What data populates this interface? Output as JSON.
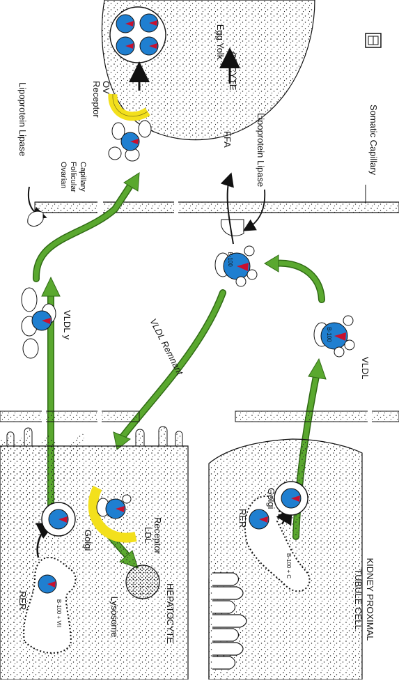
{
  "labels": {
    "rer_top": "RER",
    "golgi_top": "Golgi",
    "lysosome": "Lysosome",
    "hepatocyte": "HEPATOCYTE",
    "ldl_receptor_1": "LDL",
    "ldl_receptor_2": "Receptor",
    "vldl_y": "VLDL y",
    "vldl_remnant": "VLDL Remnant",
    "vldl": "VLDL",
    "lipoprotein_lipase_top": "Lipoprotein Lipase",
    "ovarian_1": "Ovarian",
    "ovarian_2": "Follicular",
    "ovarian_3": "Capillary",
    "ov_receptor_1": "OV",
    "ov_receptor_2": "Receptor",
    "egg_yolk": "Egg Yolk",
    "oocyte": "OOCYTE",
    "ffa": "FFA",
    "lipoprotein_lipase_mid": "Lipoprotein Lipase",
    "somatic_capillary": "Somatic Capillary",
    "rer_bottom": "RER",
    "golgi_bottom": "Golgi",
    "kidney_1": "KIDNEY PROXIMAL",
    "kidney_2": "TUBULE CELL",
    "apo_b100_vii": "B-100 + VII",
    "apo_b100_c": "B-100 + C",
    "apo_b100": "B-100",
    "apo_vii": "VII",
    "apo_c": "C"
  },
  "colors": {
    "arrow_green": "#5aa82f",
    "particle_blue": "#1f7fd0",
    "core_red": "#c8102e",
    "receptor_yellow": "#f3e01c",
    "ink": "#111111"
  }
}
